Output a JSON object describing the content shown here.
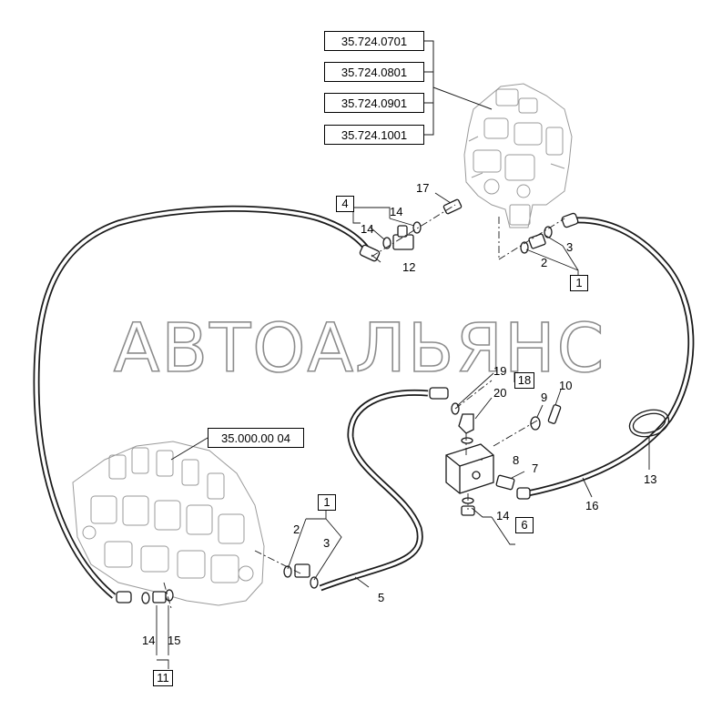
{
  "watermark": "АВТОАЛЬЯНС",
  "reference_boxes": [
    "35.724.0701",
    "35.724.0801",
    "35.724.0901",
    "35.724.1001",
    "35.000.00 04"
  ],
  "callouts": [
    "17",
    "14",
    "14",
    "12",
    "3",
    "2",
    "19",
    "20",
    "9",
    "10",
    "8",
    "7",
    "13",
    "16",
    "14",
    "2",
    "3",
    "5",
    "14",
    "15"
  ],
  "boxed_callouts": [
    "4",
    "1",
    "18",
    "6",
    "1",
    "11"
  ],
  "colors": {
    "line": "#1a1a1a",
    "part_stroke": "#9a9a9a",
    "watermark_stroke": "#8c8c8c"
  }
}
